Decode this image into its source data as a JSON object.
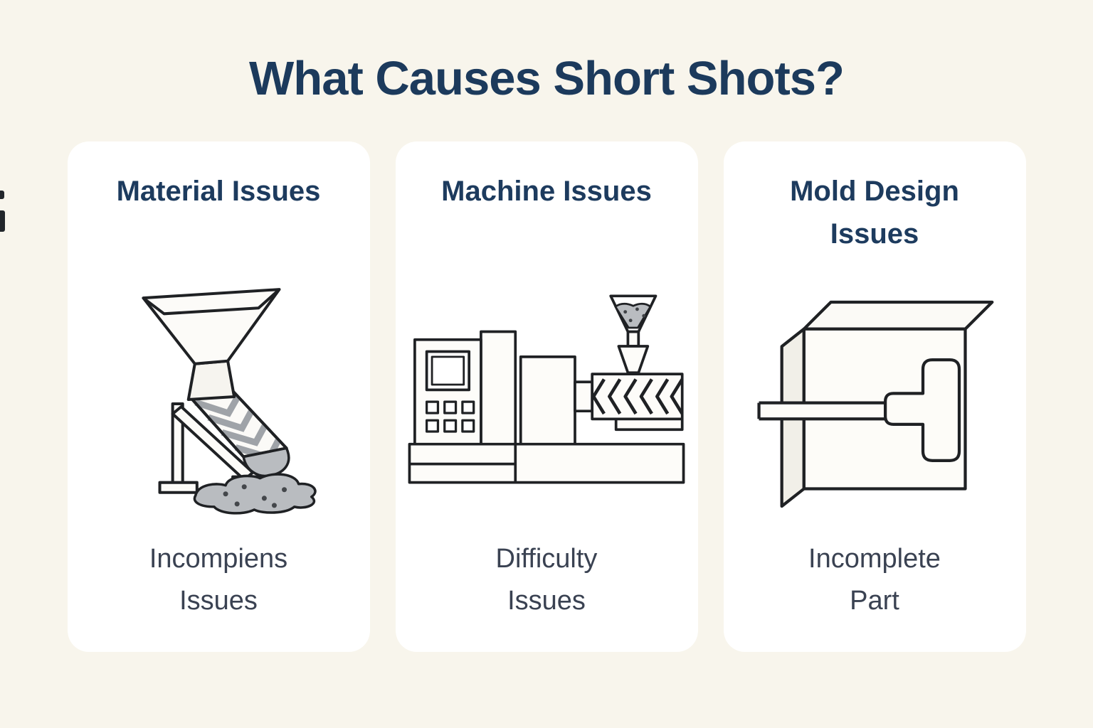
{
  "page": {
    "title": "What Causes Short Shots?"
  },
  "theme": {
    "background": "#f8f5ec",
    "card_background": "#ffffff",
    "title_color": "#1c3a5c",
    "heading_color": "#1d3b5e",
    "caption_color": "#3a4252",
    "line_color": "#1f2124",
    "material_gray": "#b9bcc0",
    "chevron_gray": "#9fa3a8"
  },
  "cards": [
    {
      "heading": "Material Issues",
      "icon": "hopper-spill-icon",
      "caption_line1": "Incompiens",
      "caption_line2": "Issues"
    },
    {
      "heading": "Machine Issues",
      "icon": "injection-molding-machine-icon",
      "caption_line1": "Difficulty",
      "caption_line2": "Issues"
    },
    {
      "heading": "Mold Design Issues",
      "icon": "mold-cavity-icon",
      "caption_line1": "Incomplete",
      "caption_line2": "Part"
    }
  ]
}
